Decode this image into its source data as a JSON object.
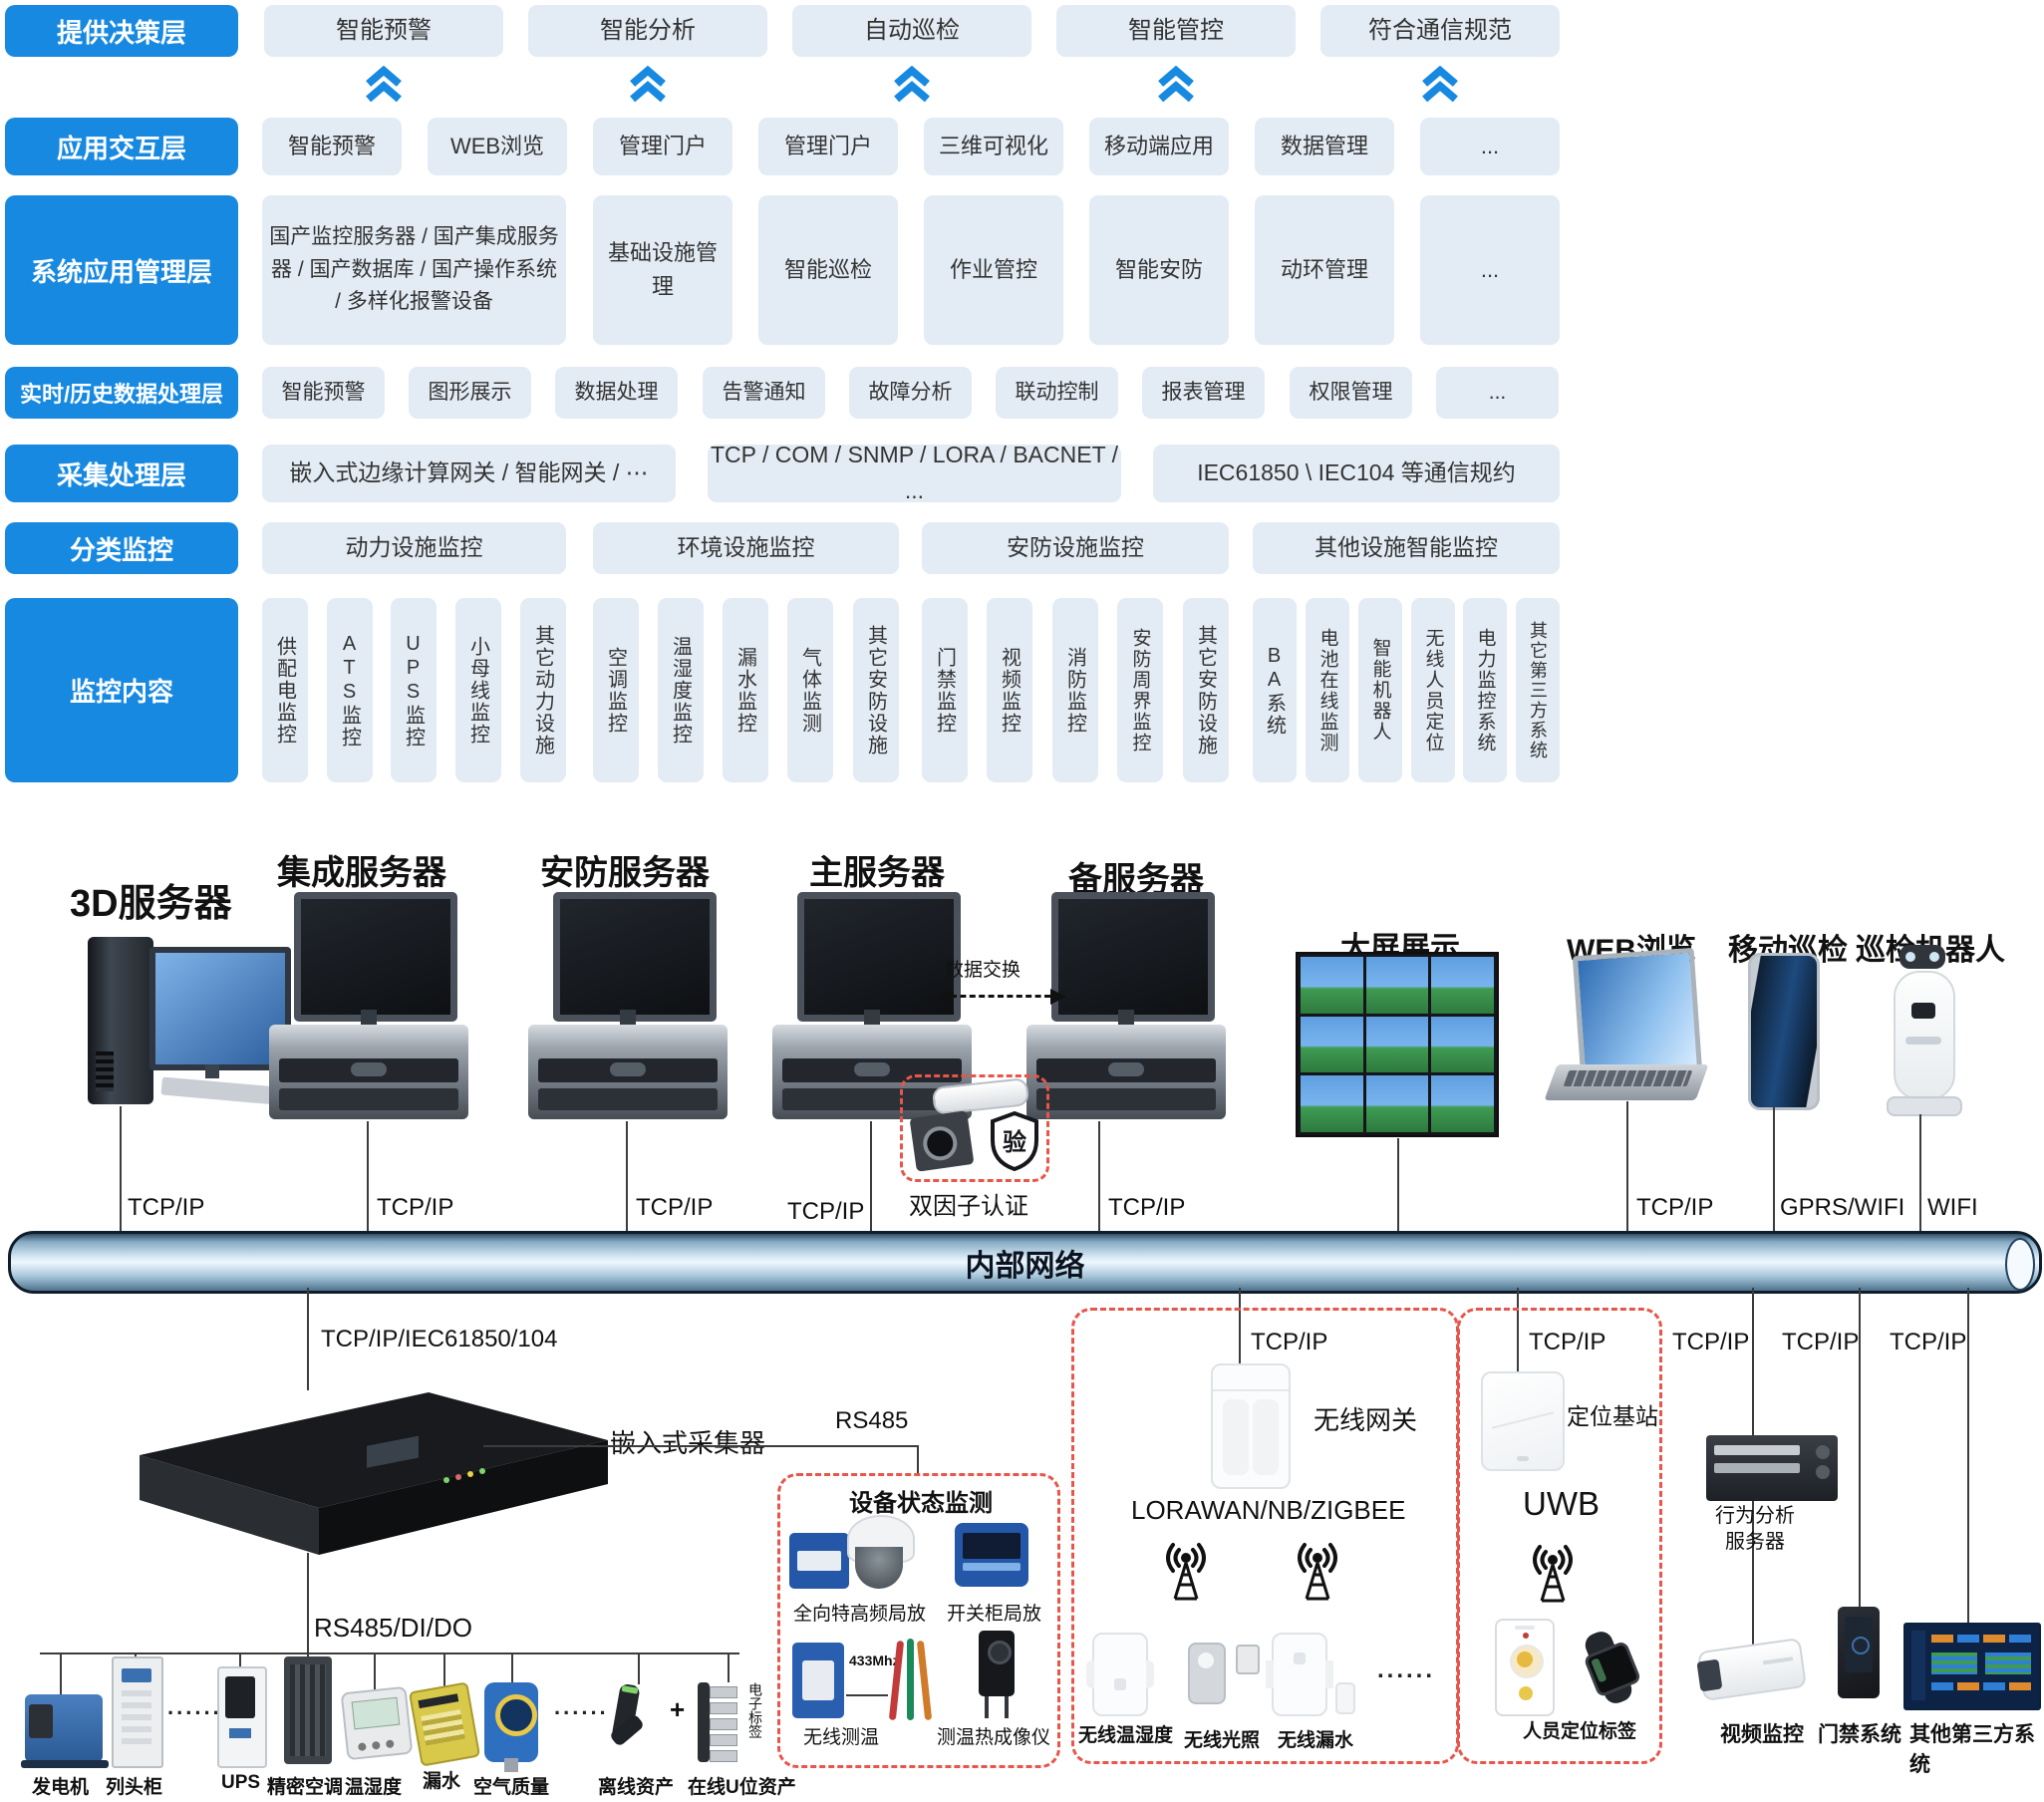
{
  "colors": {
    "accent_blue": "#1789E0",
    "box_bg": "#E3ECF5",
    "dashed_red": "#E8554A"
  },
  "rows": {
    "r1": {
      "label": "提供决策层",
      "boxes": [
        "智能预警",
        "智能分析",
        "自动巡检",
        "智能管控",
        "符合通信规范"
      ]
    },
    "r2": {
      "label": "应用交互层",
      "boxes": [
        "智能预警",
        "WEB浏览",
        "管理门户",
        "管理门户",
        "三维可视化",
        "移动端应用",
        "数据管理",
        "..."
      ]
    },
    "r3": {
      "label": "系统应用管理层",
      "boxes": [
        "国产监控服务器 / 国产集成服务器 / 国产数据库 / 国产操作系统 / 多样化报警设备",
        "基础设施管理",
        "智能巡检",
        "作业管控",
        "智能安防",
        "动环管理",
        "..."
      ]
    },
    "r4": {
      "label": "实时/历史数据处理层",
      "boxes": [
        "智能预警",
        "图形展示",
        "数据处理",
        "告警通知",
        "故障分析",
        "联动控制",
        "报表管理",
        "权限管理",
        "..."
      ]
    },
    "r5": {
      "label": "采集处理层",
      "boxes": [
        "嵌入式边缘计算网关 / 智能网关 / ⋯",
        "TCP / COM / SNMP / LORA / BACNET / ...",
        "IEC61850 \\ IEC104 等通信规约"
      ]
    },
    "r6": {
      "label": "分类监控",
      "boxes": [
        "动力设施监控",
        "环境设施监控",
        "安防设施监控",
        "其他设施智能监控"
      ]
    },
    "r7": {
      "label": "监控内容",
      "cols": [
        "供配电监控",
        "ATS监控",
        "UPS监控",
        "小母线监控",
        "其它动力设施",
        "空调监控",
        "温湿度监控",
        "漏水监控",
        "气体监测",
        "其它安防设施",
        "门禁监控",
        "视频监控",
        "消防监控",
        "安防周界监控",
        "其它安防设施",
        "BA系统",
        "电池在线监测",
        "智能机器人",
        "无线人员定位",
        "电力监控系统",
        "其它第三方系统"
      ]
    }
  },
  "middle": {
    "servers": [
      "3D服务器",
      "集成服务器",
      "安防服务器",
      "主服务器",
      "备服务器"
    ],
    "data_exchange": "数据交换",
    "two_factor": "双因子认证",
    "shield_char": "验",
    "display_wall": "大屏展示",
    "web": "WEB浏览",
    "mobile": "移动巡检",
    "robot": "巡检机器人"
  },
  "network": {
    "pipe": "内部网络",
    "above": [
      "TCP/IP",
      "TCP/IP",
      "TCP/IP",
      "TCP/IP",
      "TCP/IP",
      "TCP/IP",
      "GPRS/WIFI",
      "WIFI"
    ],
    "below": [
      "TCP/IP/IEC61850/104",
      "TCP/IP",
      "TCP/IP",
      "TCP/IP",
      "TCP/IP",
      "TCP/IP"
    ]
  },
  "bottom": {
    "collector": "嵌入式采集器",
    "rs485": "RS485",
    "rs485dido": "RS485/DI/DO",
    "devices": [
      "发电机",
      "列头柜",
      "UPS",
      "精密空调",
      "温湿度",
      "漏水",
      "空气质量",
      "离线资产",
      "在线U位资产"
    ],
    "plus": "+",
    "etag": "电子标签",
    "dots": "......",
    "status": {
      "title": "设备状态监测",
      "items": [
        "全向特高频局放",
        "开关柜局放",
        "无线测温",
        "测温热成像仪"
      ],
      "freq": "433Mhz"
    },
    "wireless": {
      "title": "无线网关",
      "proto": "LORAWAN/NB/ZIGBEE",
      "items": [
        "无线温湿度",
        "无线光照",
        "无线漏水"
      ]
    },
    "uwb": {
      "title": "定位基站",
      "proto": "UWB",
      "tag": "人员定位标签"
    },
    "right": [
      "行为分析\n服务器",
      "视频监控",
      "门禁系统",
      "其他第三方系统"
    ]
  }
}
